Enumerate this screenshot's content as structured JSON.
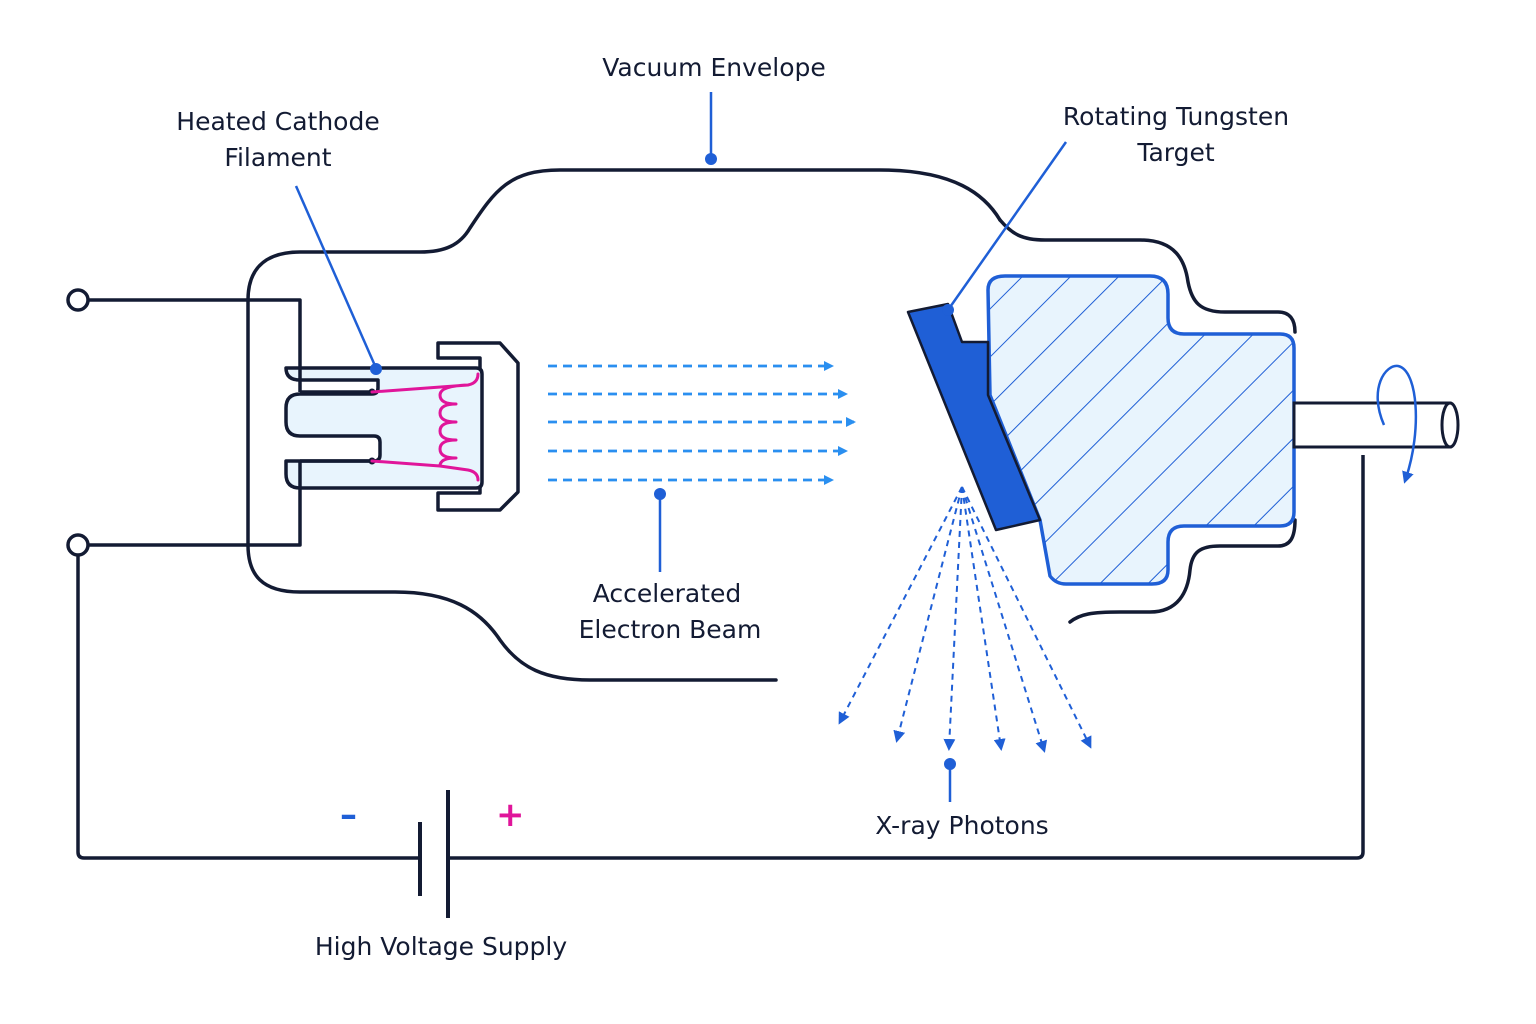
{
  "labels": {
    "vacuum_envelope": "Vacuum Envelope",
    "cathode_line1": "Heated Cathode",
    "cathode_line2": "Filament",
    "target_line1": "Rotating Tungsten",
    "target_line2": "Target",
    "beam_line1": "Accelerated",
    "beam_line2": "Electron Beam",
    "photons": "X-ray Photons",
    "supply": "High Voltage Supply",
    "minus": "–",
    "plus": "+"
  },
  "colors": {
    "outline": "#131b33",
    "accent_blue": "#1f5fd6",
    "beam_blue": "#2a8ff0",
    "filament_magenta": "#e0159a",
    "fill_light": "#e8f4fd",
    "target_blue": "#1f5fd6"
  }
}
